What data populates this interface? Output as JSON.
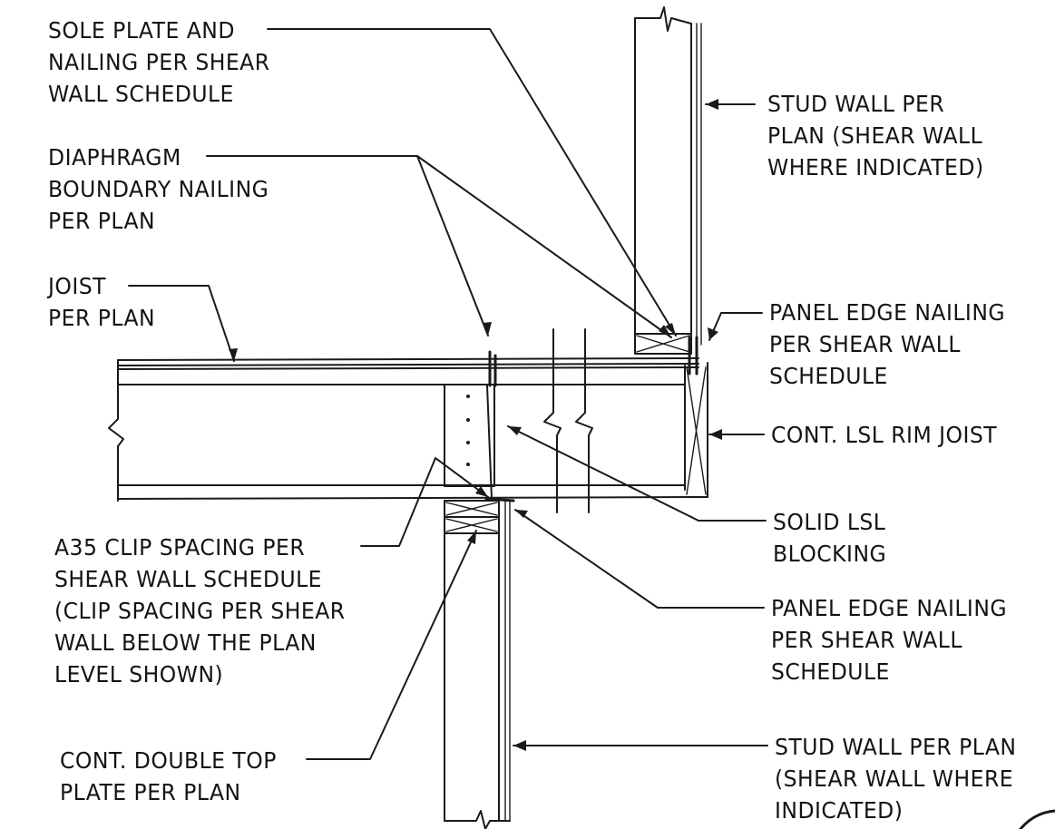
{
  "drawing": {
    "callouts": [
      {
        "id": "sole-plate",
        "lines": [
          "SOLE PLATE AND",
          "NAILING PER SHEAR",
          "WALL SCHEDULE"
        ]
      },
      {
        "id": "diaphragm",
        "lines": [
          "DIAPHRAGM",
          "BOUNDARY NAILING",
          "PER PLAN"
        ]
      },
      {
        "id": "joist",
        "lines": [
          "JOIST",
          "PER PLAN"
        ]
      },
      {
        "id": "a35-clip",
        "lines": [
          "A35 CLIP SPACING PER",
          "SHEAR WALL SCHEDULE",
          "(CLIP SPACING PER SHEAR",
          "WALL BELOW THE PLAN",
          "LEVEL SHOWN)"
        ]
      },
      {
        "id": "double-top-plate",
        "lines": [
          "CONT. DOUBLE TOP",
          "PLATE PER PLAN"
        ]
      },
      {
        "id": "stud-wall-upper",
        "lines": [
          "STUD WALL PER",
          "PLAN (SHEAR WALL",
          "WHERE INDICATED)"
        ]
      },
      {
        "id": "panel-edge-upper",
        "lines": [
          "PANEL EDGE NAILING",
          "PER SHEAR WALL",
          "SCHEDULE"
        ]
      },
      {
        "id": "rim-joist",
        "lines": [
          "CONT. LSL RIM JOIST"
        ]
      },
      {
        "id": "solid-blocking",
        "lines": [
          "SOLID LSL",
          "BLOCKING"
        ]
      },
      {
        "id": "panel-edge-lower",
        "lines": [
          "PANEL EDGE NAILING",
          "PER SHEAR WALL",
          "SCHEDULE"
        ]
      },
      {
        "id": "stud-wall-lower",
        "lines": [
          "STUD WALL PER PLAN",
          "(SHEAR WALL WHERE",
          "INDICATED)"
        ]
      }
    ]
  }
}
